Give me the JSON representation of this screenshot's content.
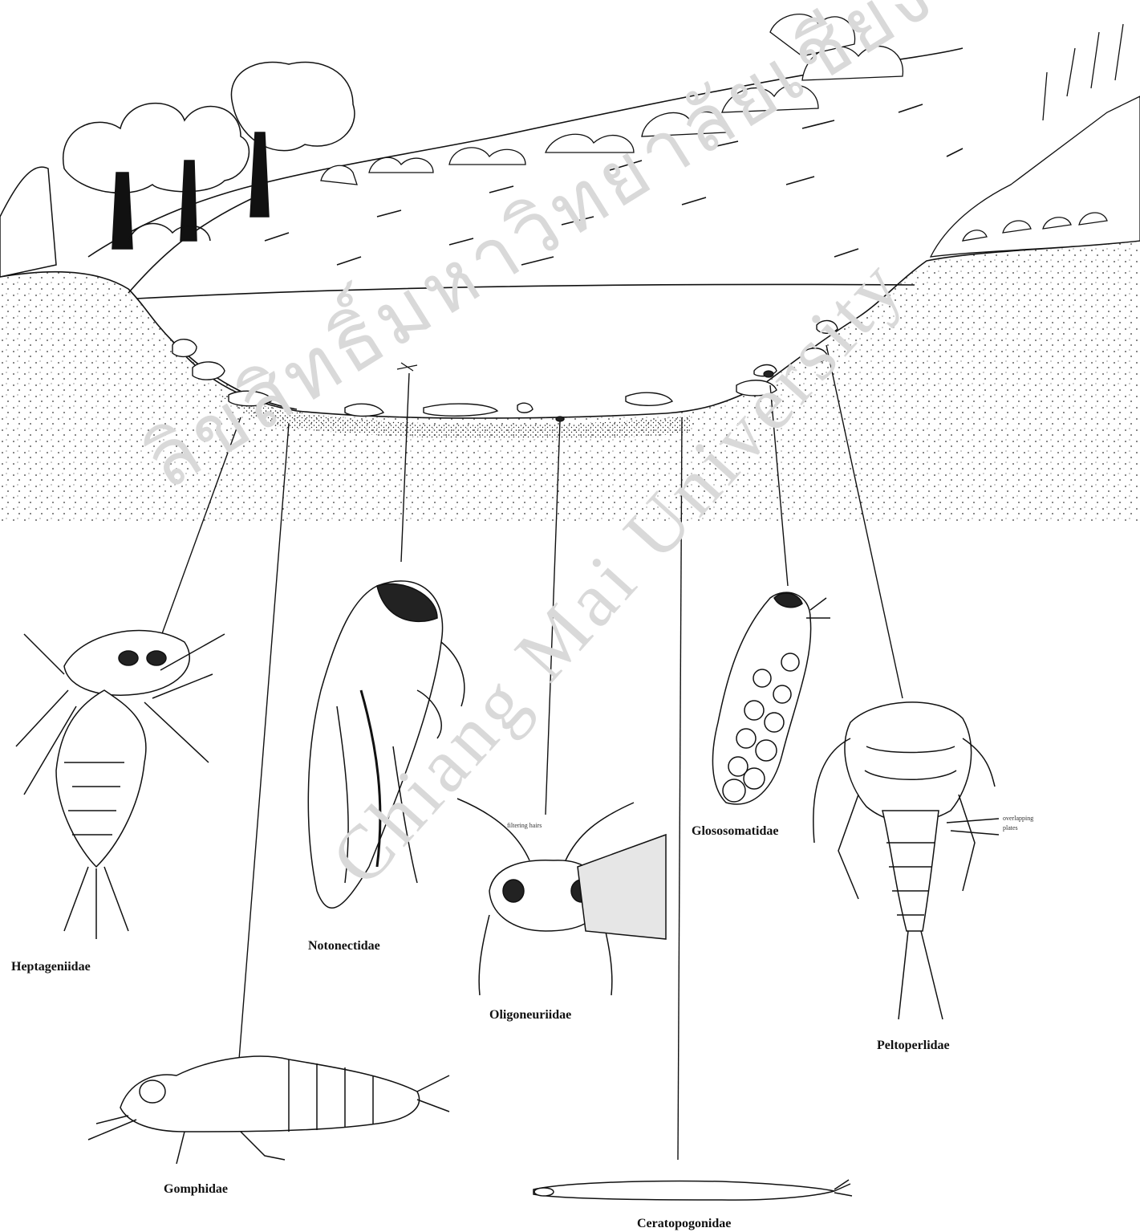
{
  "watermark": {
    "line1": "ลิขสิทธิ์มหาวิทยาลัยเชียงใหม่",
    "line2": "Chiang Mai University"
  },
  "taxa": [
    {
      "id": "heptageniidae",
      "label": "Heptageniidae"
    },
    {
      "id": "notonectidae",
      "label": "Notonectidae"
    },
    {
      "id": "oligoneuriidae",
      "label": "Oligoneuriidae"
    },
    {
      "id": "glossosomatidae",
      "label": "Glososomatidae"
    },
    {
      "id": "peltoperlidae",
      "label": "Peltoperlidae"
    },
    {
      "id": "gomphidae",
      "label": "Gomphidae"
    },
    {
      "id": "ceratopogonidae",
      "label": "Ceratopogonidae"
    }
  ],
  "annotations": {
    "oligoneuriidae": "filtering hairs",
    "peltoperlidae_1": "overlapping",
    "peltoperlidae_2": "plates"
  }
}
